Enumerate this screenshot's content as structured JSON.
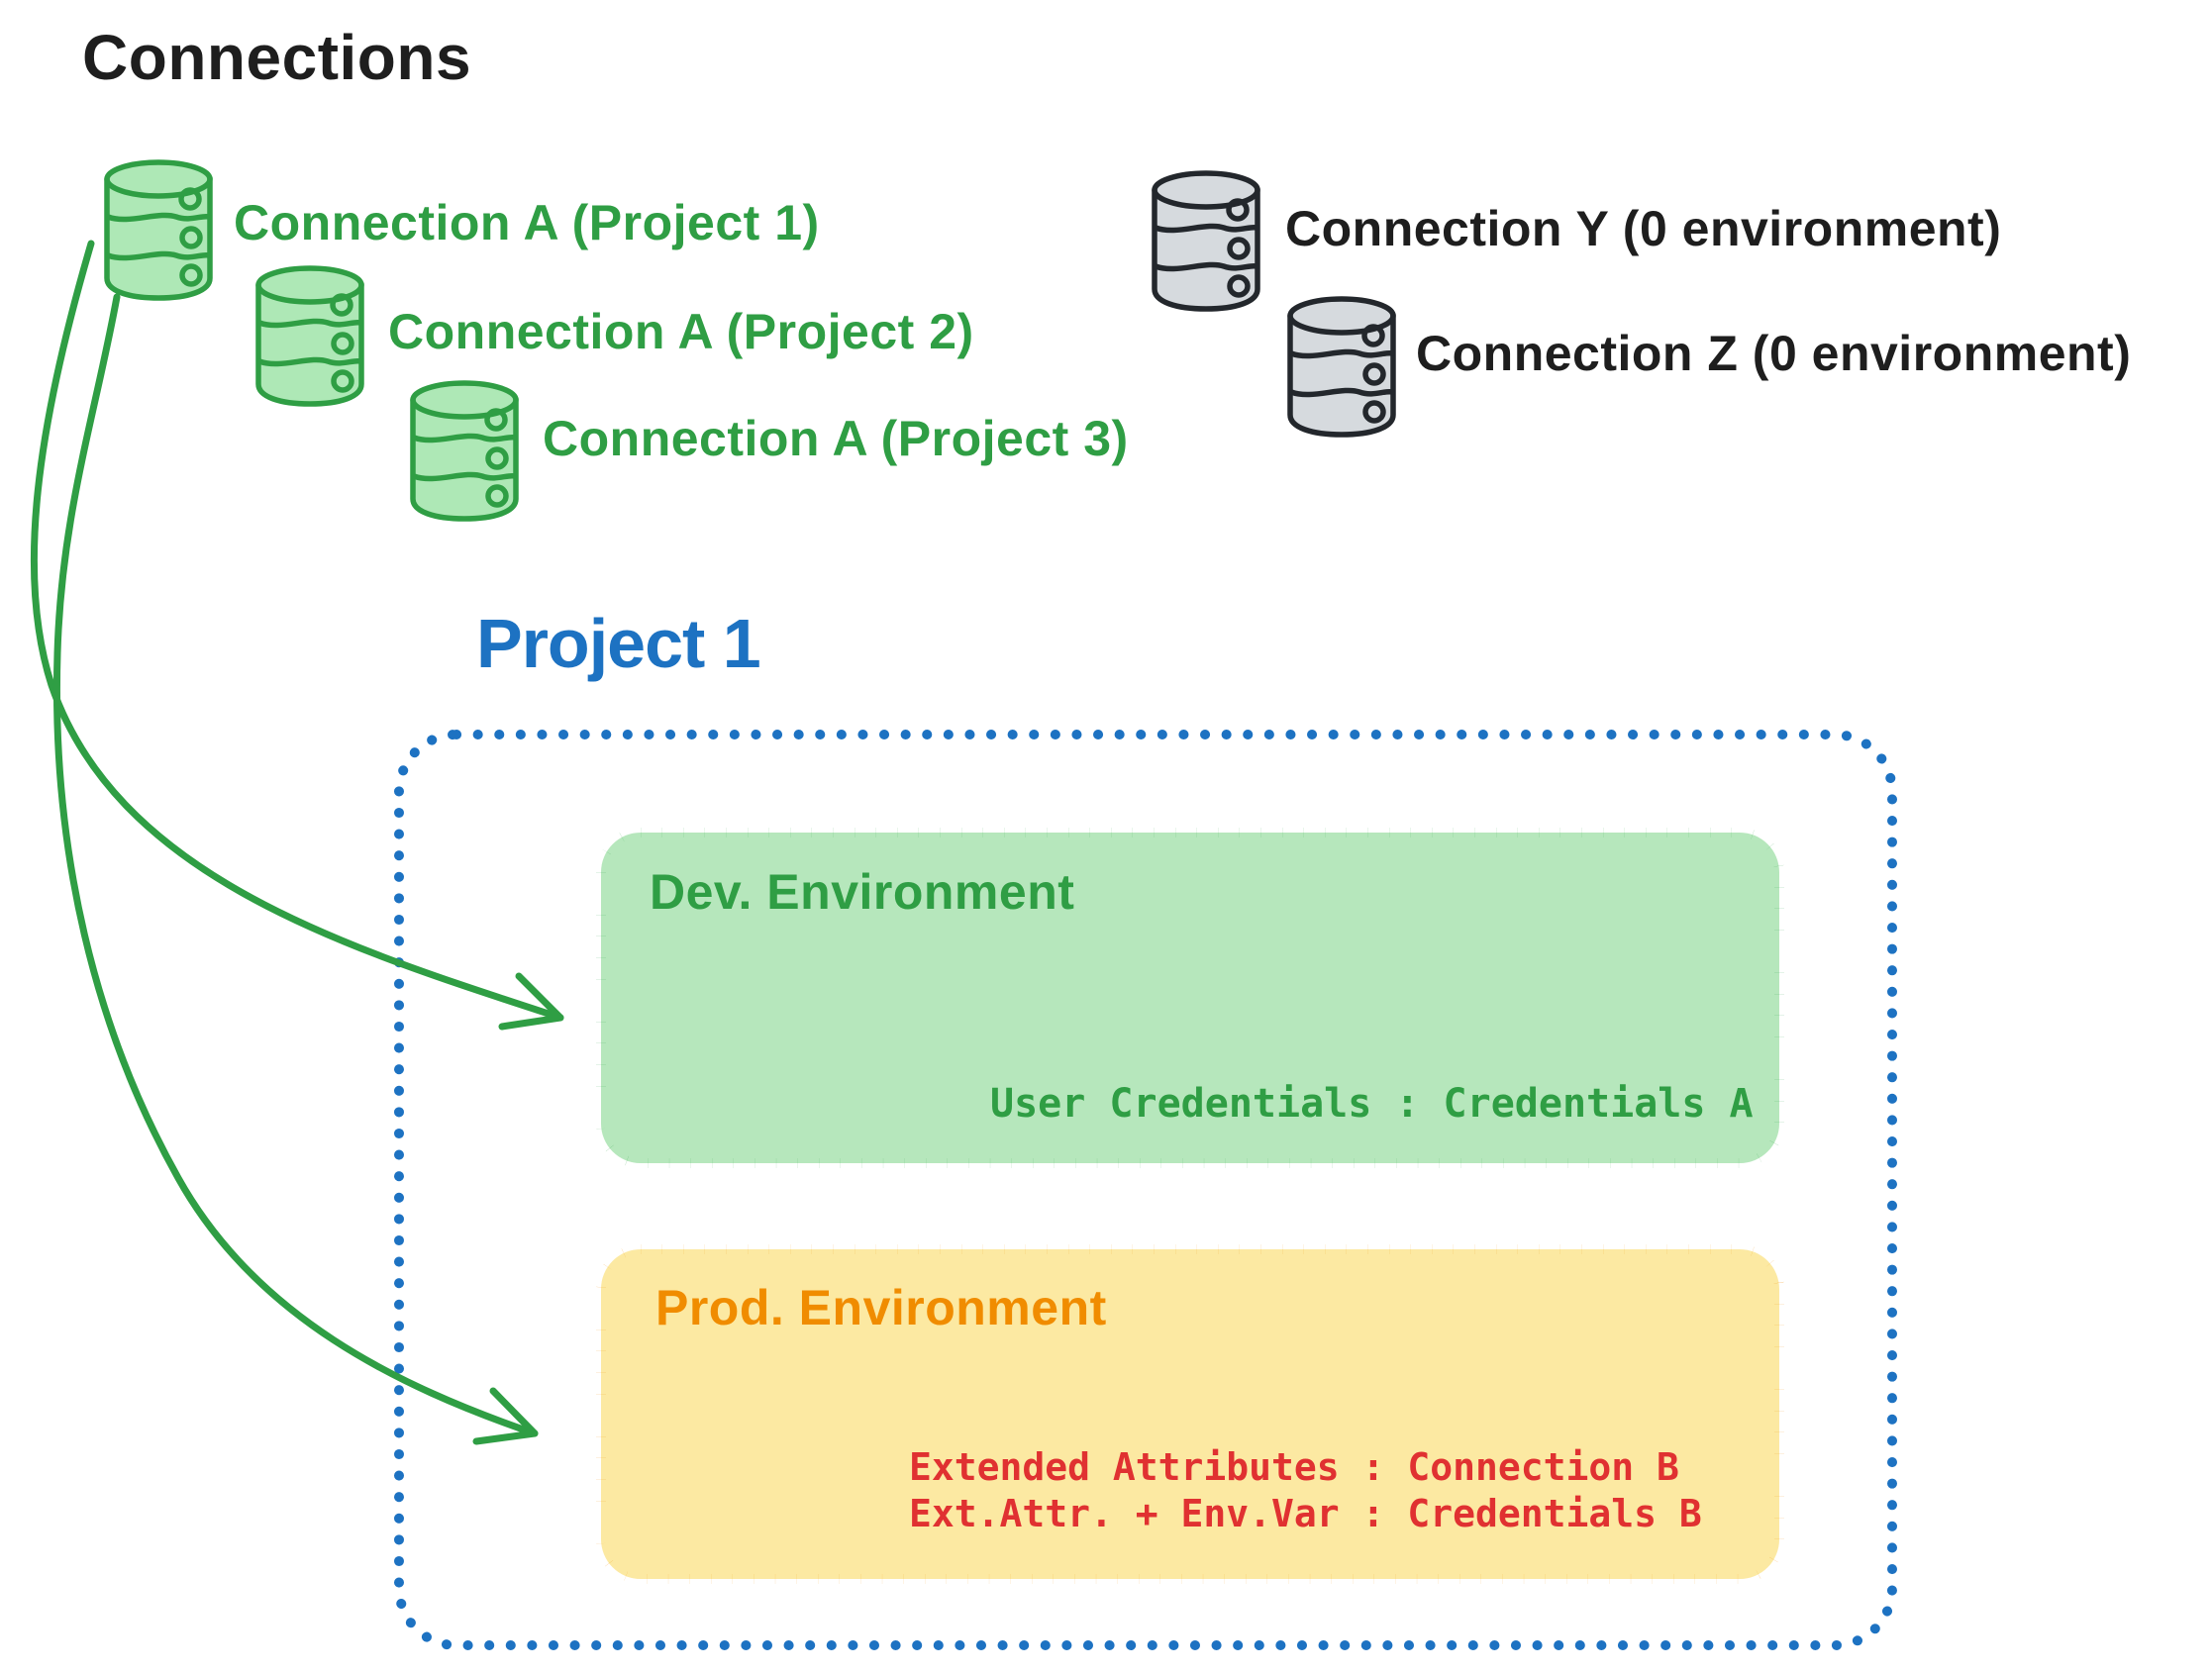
{
  "canvas": {
    "title": "Connections"
  },
  "connections": {
    "project_scoped": [
      {
        "label": "Connection A (Project 1)"
      },
      {
        "label": "Connection A (Project 2)"
      },
      {
        "label": "Connection A (Project 3)"
      }
    ],
    "unscoped": [
      {
        "label": "Connection Y (0 environment)"
      },
      {
        "label": "Connection Z (0 environment)"
      }
    ]
  },
  "project": {
    "title": "Project 1",
    "environments": {
      "dev": {
        "title": "Dev. Environment",
        "credentials": "User Credentials : Credentials A"
      },
      "prod": {
        "title": "Prod. Environment",
        "line1": "Extended Attributes : Connection B",
        "line2": "Ext.Attr. + Env.Var : Credentials B"
      }
    }
  },
  "colors": {
    "ink": "#1e1e1e",
    "green": "#2f9e44",
    "green_fill": "#b6e7bc",
    "db_green_fill": "#aee8b6",
    "blue": "#1d72c2",
    "orange": "#f08c00",
    "yellow_fill": "#fce9a2",
    "red": "#e03131",
    "gray_fill": "#d6dade"
  }
}
